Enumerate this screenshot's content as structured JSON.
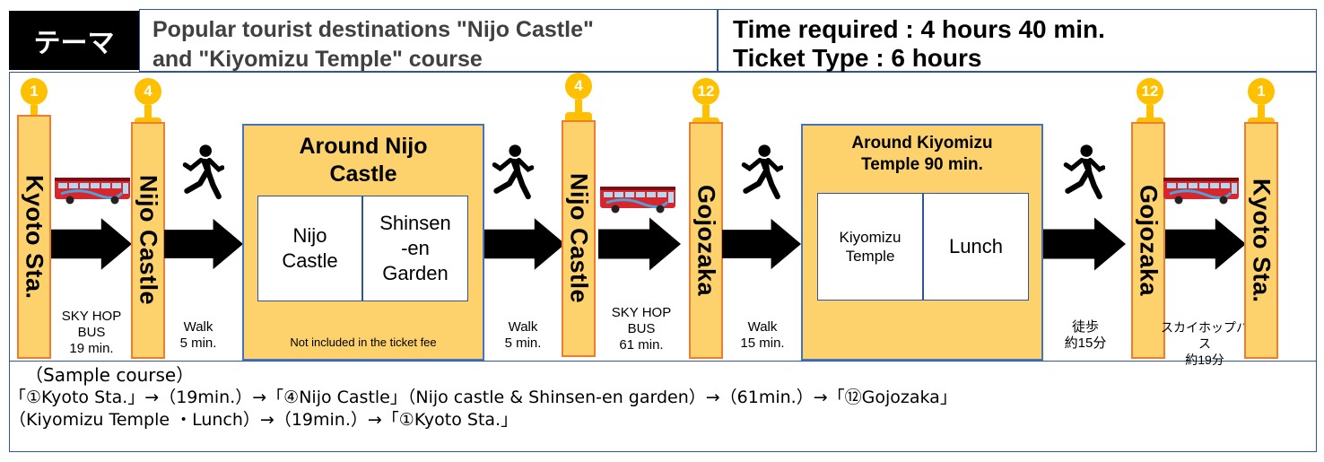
{
  "header": {
    "theme_label": "テーマ",
    "course_line1": "Popular tourist destinations \"Nijo Castle\"",
    "course_line2": "and \"Kiyomizu Temple\" course",
    "time_required": "Time required : 4 hours 40 min.",
    "ticket_type": "Ticket Type : 6 hours"
  },
  "stops": [
    {
      "number": "1",
      "name": "Kyoto Sta."
    },
    {
      "number": "4",
      "name": "Nijo Castle"
    },
    {
      "number": "4",
      "name": "Nijo Castle"
    },
    {
      "number": "12",
      "name": "Gojozaka"
    },
    {
      "number": "12",
      "name": "Gojozaka"
    },
    {
      "number": "1",
      "name": "Kyoto Sta."
    }
  ],
  "legs": [
    {
      "l1": "SKY HOP",
      "l2": "BUS",
      "l3": "19 min."
    },
    {
      "l1": "Walk",
      "l2": "5 min."
    },
    {
      "l1": "Walk",
      "l2": "5 min."
    },
    {
      "l1": "SKY HOP",
      "l2": "BUS",
      "l3": "61 min."
    },
    {
      "l1": "Walk",
      "l2": "15 min."
    },
    {
      "l1": "徒歩",
      "l2": "約15分"
    },
    {
      "l1": "スカイホップバス",
      "l2": "約19分"
    }
  ],
  "nijo_area": {
    "title_l1": "Around Nijo",
    "title_l2": "Castle",
    "box1_l1": "Nijo",
    "box1_l2": "Castle",
    "box2_l1": "Shinsen",
    "box2_l2": "-en",
    "box2_l3": "Garden",
    "note": "Not included in the ticket fee"
  },
  "kiyomizu_area": {
    "title_l1": "Around Kiyomizu",
    "title_l2": "Temple 90 min.",
    "box1_l1": "Kiyomizu",
    "box1_l2": "Temple",
    "box2": "Lunch"
  },
  "sample": {
    "heading": "（Sample course）",
    "line1": "「①Kyoto Sta.」→（19min.）→「④Nijo Castle」（Nijo castle & Shinsen-en garden）→（61min.）→「⑫Gojozaka」",
    "line2": "（Kiyomizu Temple ・Lunch）→（19min.）→「①Kyoto Sta.」"
  },
  "colors": {
    "sign_fill": "#fdd26d",
    "sign_border": "#ed7d31",
    "pin": "#ffc000",
    "frame": "#2f5597",
    "bus_red": "#d9262c"
  },
  "icons": [
    "bus-icon",
    "walking-person-icon",
    "arrow-right-icon",
    "bus-stop-pin-icon"
  ]
}
